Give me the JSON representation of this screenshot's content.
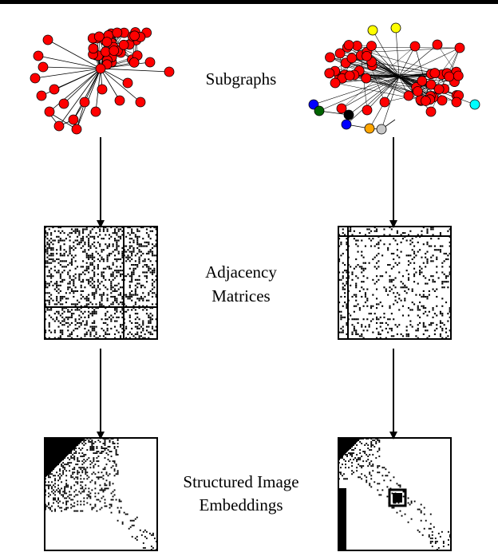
{
  "labels": {
    "subgraphs": "Subgraphs",
    "adjacency_line1": "Adjacency",
    "adjacency_line2": "Matrices",
    "embeddings_line1": "Structured Image",
    "embeddings_line2": "Embeddings"
  },
  "colors": {
    "node_main": "#ff0000",
    "node_extra": [
      "#ffff00",
      "#00ffff",
      "#0000ff",
      "#006400",
      "#000000",
      "#ffa500",
      "#c8c8c8"
    ],
    "edge": "#000000",
    "matrix_fill": "#000000",
    "background": "#ffffff"
  }
}
